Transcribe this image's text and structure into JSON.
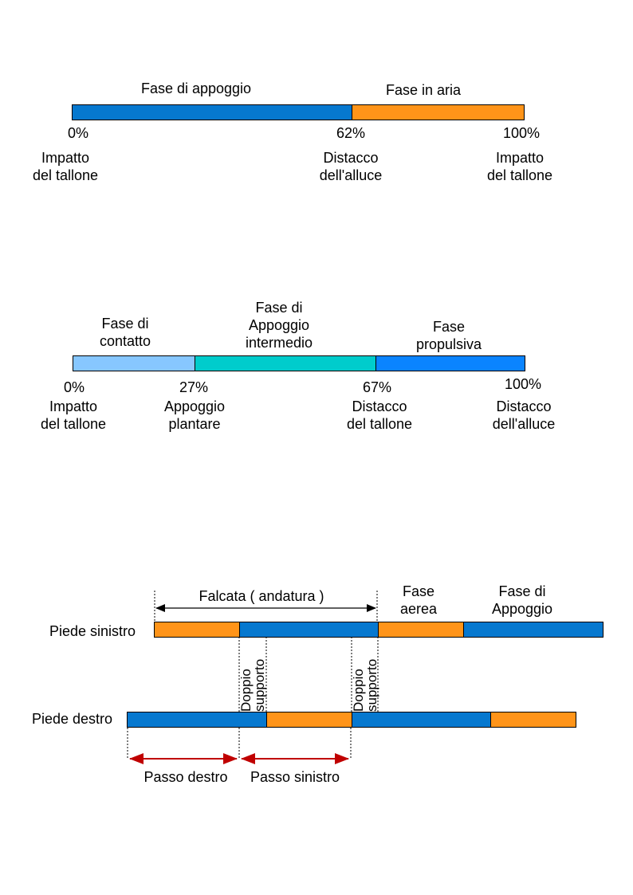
{
  "colors": {
    "stance": "#0678cf",
    "swing": "#ff9419",
    "contact": "#87c7ff",
    "midstance": "#00cccc",
    "propulsive": "#0a84ff",
    "arrow_red": "#c00000"
  },
  "diagram1": {
    "label_stance": "Fase di appoggio",
    "label_swing": "Fase in aria",
    "pct_0": "0%",
    "pct_62": "62%",
    "pct_100": "100%",
    "event_0": [
      "Impatto",
      "del tallone"
    ],
    "event_62": [
      "Distacco",
      "dell'alluce"
    ],
    "event_100": [
      "Impatto",
      "del tallone"
    ]
  },
  "diagram2": {
    "label_contact": [
      "Fase di",
      "contatto"
    ],
    "label_midstance": [
      "Fase di",
      "Appoggio",
      "intermedio"
    ],
    "label_propulsive": [
      "Fase",
      "propulsiva"
    ],
    "pct_0": "0%",
    "pct_27": "27%",
    "pct_67": "67%",
    "pct_100": "100%",
    "event_0": [
      "Impatto",
      "del tallone"
    ],
    "event_27": [
      "Appoggio",
      "plantare"
    ],
    "event_67": [
      "Distacco",
      "del tallone"
    ],
    "event_100": [
      "Distacco",
      "dell'alluce"
    ]
  },
  "diagram3": {
    "falcata": "Falcata ( andatura )",
    "fase_aerea": [
      "Fase",
      "aerea"
    ],
    "fase_appoggio": [
      "Fase di",
      "Appoggio"
    ],
    "left_foot": "Piede sinistro",
    "right_foot": "Piede destro",
    "double_support_1": [
      "Doppio",
      "supporto"
    ],
    "double_support_2": [
      "Doppio",
      "supporto"
    ],
    "passo_destro": "Passo destro",
    "passo_sinistro": "Passo sinistro"
  }
}
